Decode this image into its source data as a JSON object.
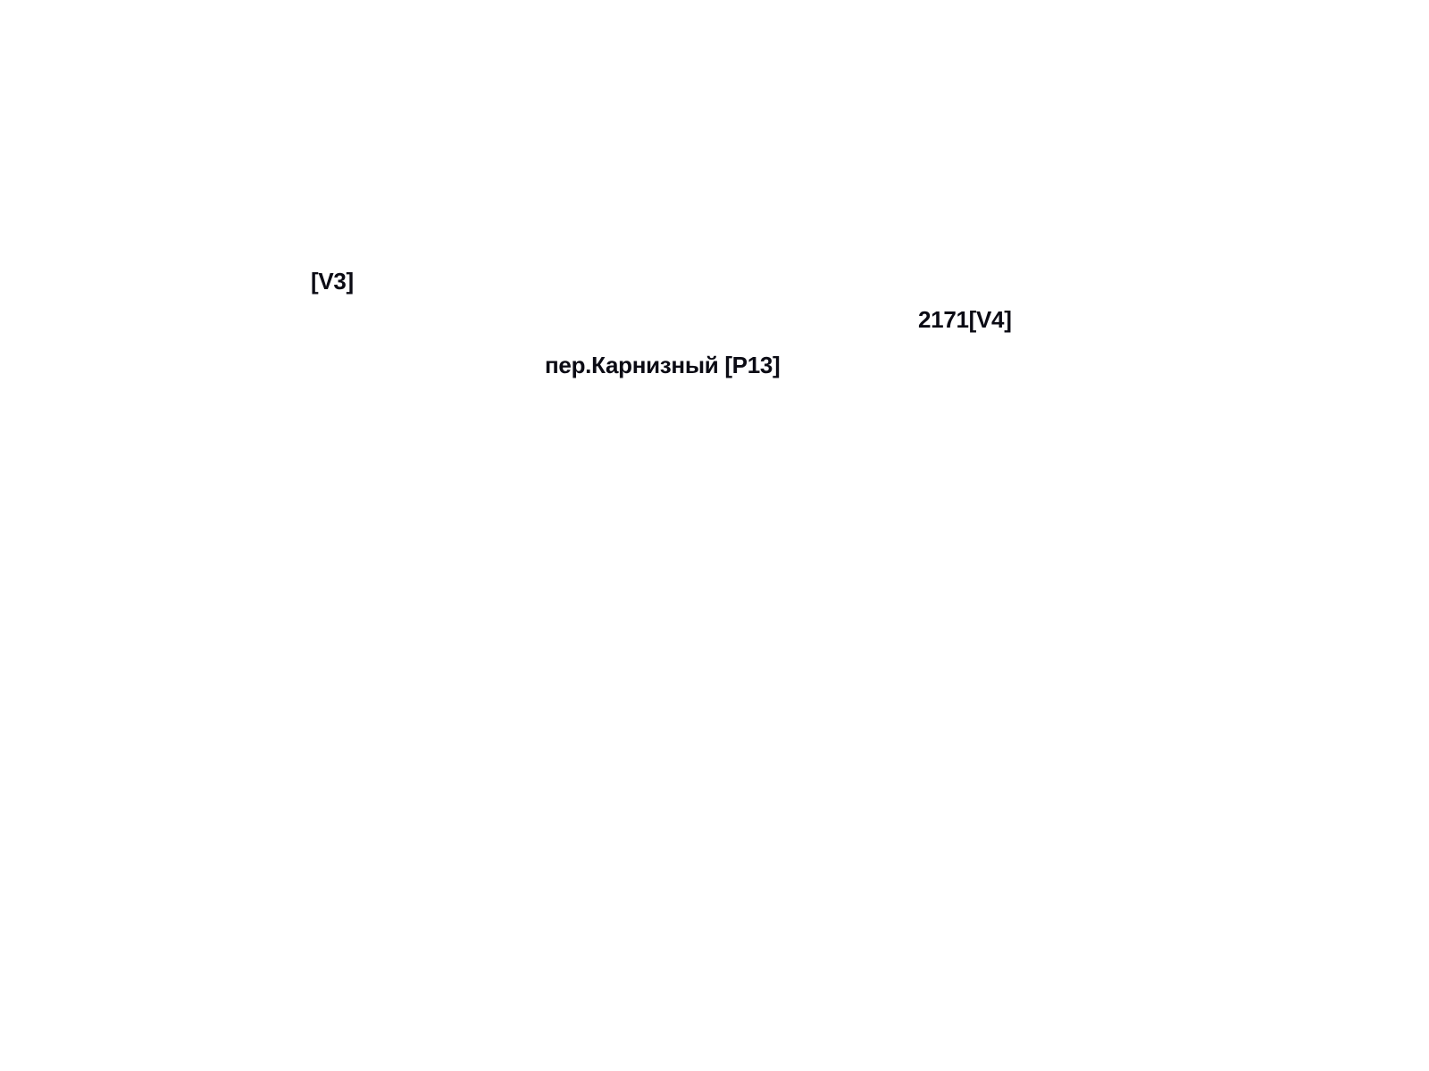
{
  "labels": {
    "v3": "[V3]",
    "v4": "2171[V4]",
    "p13": "пер.Карнизный [P13]"
  }
}
